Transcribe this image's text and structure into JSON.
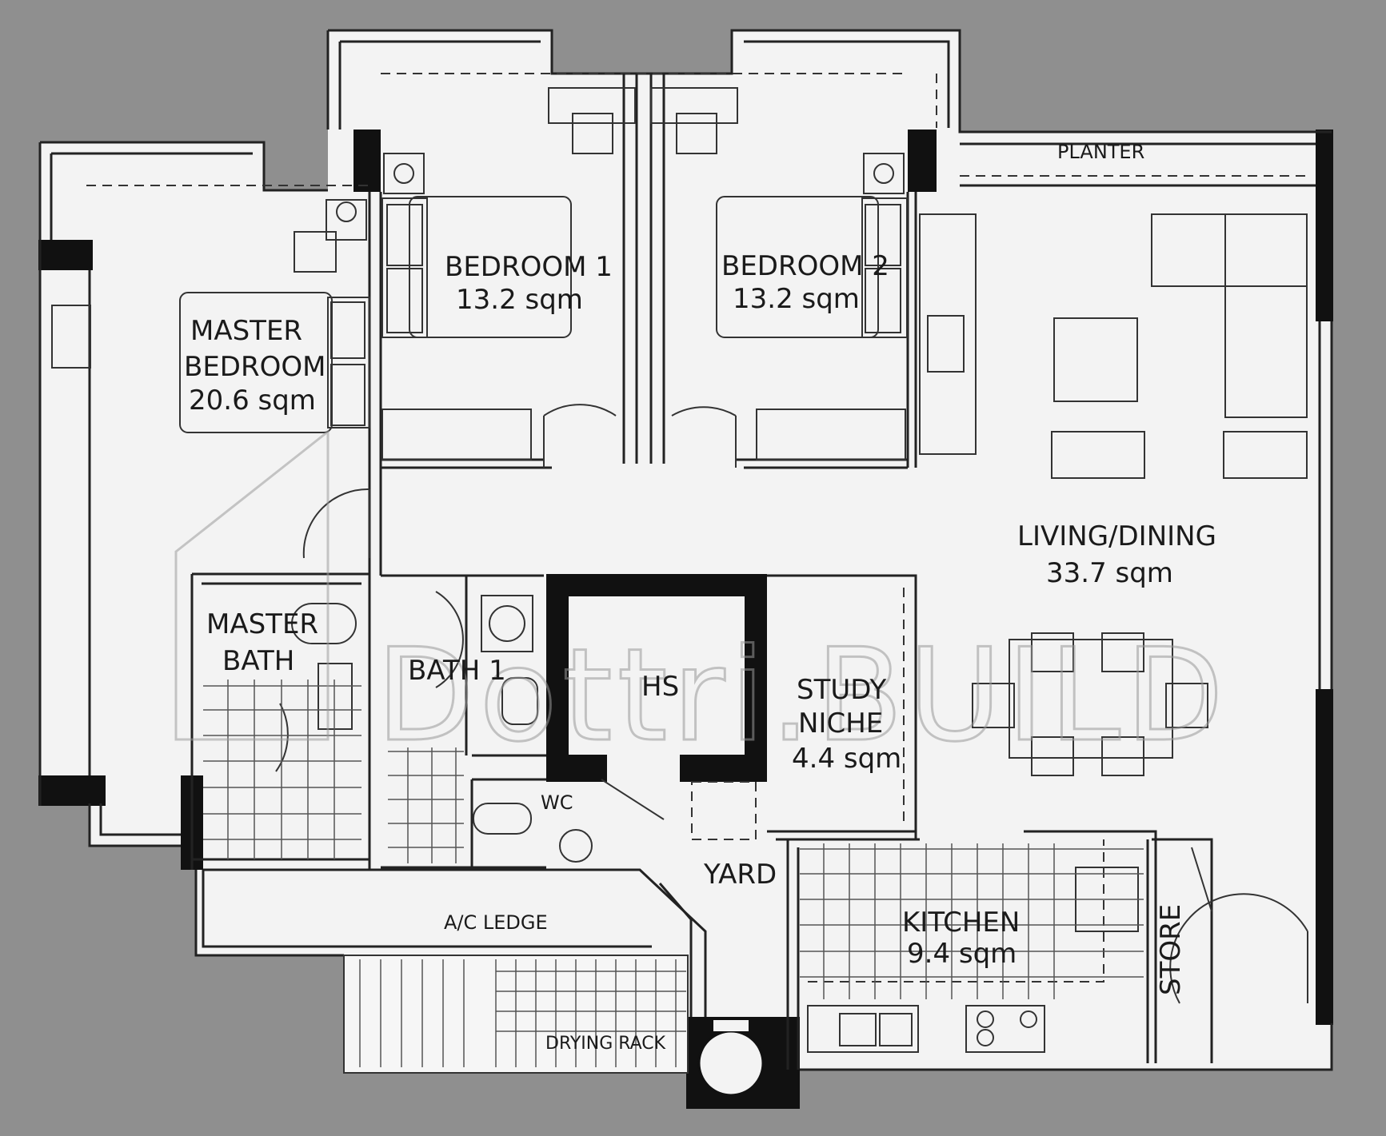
{
  "rooms": {
    "master_bedroom": {
      "name_line1": "MASTER",
      "name_line2": "BEDROOM",
      "area": "20.6 sqm"
    },
    "bedroom_1": {
      "name": "BEDROOM  1",
      "area": "13.2 sqm"
    },
    "bedroom_2": {
      "name": "BEDROOM  2",
      "area": "13.2 sqm"
    },
    "living_dining": {
      "name": "LIVING/DINING",
      "area": "33.7 sqm"
    },
    "master_bath": {
      "name_line1": "MASTER",
      "name_line2": "BATH"
    },
    "bath_1": {
      "name": "BATH  1"
    },
    "hs": {
      "name": "HS"
    },
    "study_niche": {
      "name_line1": "STUDY",
      "name_line2": "NICHE",
      "area": "4.4 sqm"
    },
    "wc": {
      "name": "WC"
    },
    "yard": {
      "name": "YARD"
    },
    "kitchen": {
      "name": "KITCHEN",
      "area": "9.4 sqm"
    },
    "store": {
      "name": "STORE"
    }
  },
  "features": {
    "planter": "PLANTER",
    "ac_ledge": "A/C  LEDGE",
    "drying_rack": "DRYING  RACK"
  },
  "watermark": "Dottri.BUILD"
}
